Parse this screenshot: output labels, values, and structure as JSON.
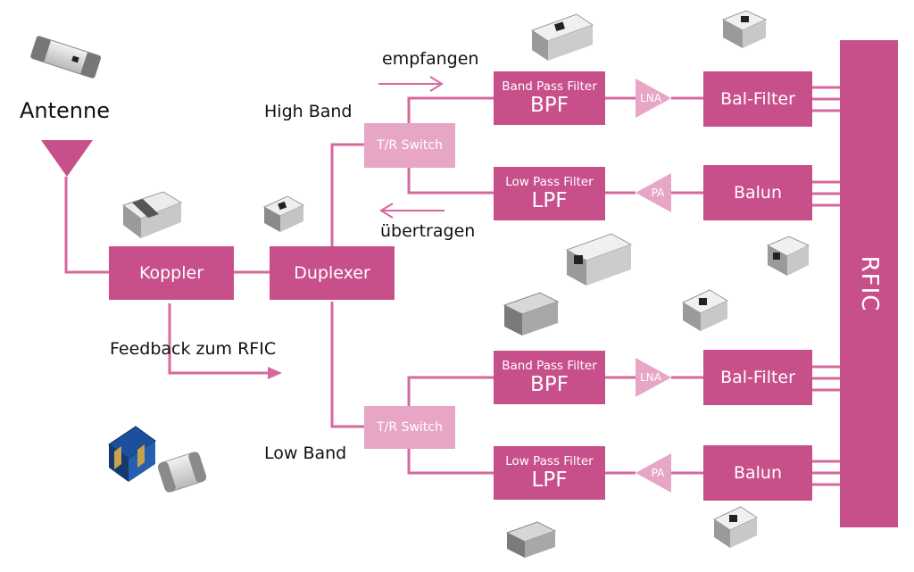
{
  "labels": {
    "antenna": "Antenne",
    "high_band": "High Band",
    "low_band": "Low Band",
    "receive": "empfangen",
    "transmit": "übertragen",
    "feedback": "Feedback zum RFIC"
  },
  "blocks": {
    "coupler": "Koppler",
    "duplexer": "Duplexer",
    "switch_high": "T/R Switch",
    "switch_low": "T/R Switch",
    "rfic": "RFIC"
  },
  "high_band_chain": {
    "bpf_sub": "Band Pass Filter",
    "bpf_main": "BPF",
    "lpf_sub": "Low Pass Filter",
    "lpf_main": "LPF",
    "lna": "LNA",
    "pa": "PA",
    "bal_filter": "Bal-Filter",
    "balun": "Balun"
  },
  "low_band_chain": {
    "bpf_sub": "Band Pass Filter",
    "bpf_main": "BPF",
    "lpf_sub": "Low Pass Filter",
    "lpf_main": "LPF",
    "lna": "LNA",
    "pa": "PA",
    "bal_filter": "Bal-Filter",
    "balun": "Balun"
  },
  "colors": {
    "block": "#c8508a",
    "switch": "#e7a6c6",
    "line": "#d6689e"
  }
}
